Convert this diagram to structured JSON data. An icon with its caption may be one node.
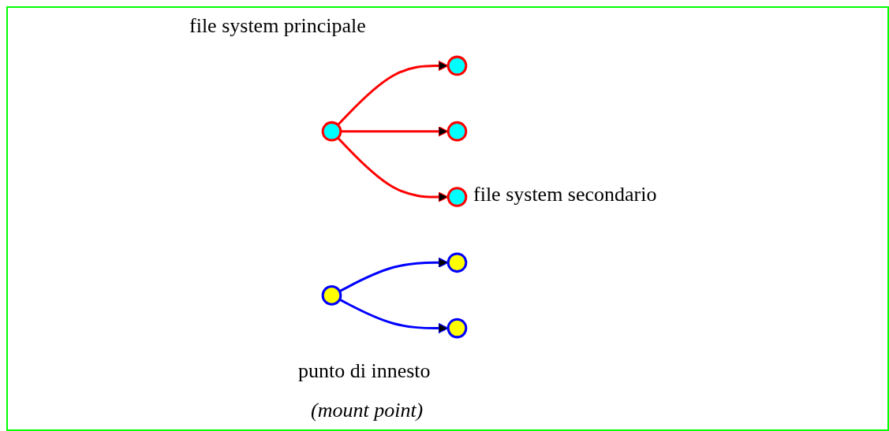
{
  "diagram": {
    "nodes": [
      {
        "text": [],
        "shape": "circle"
      },
      {
        "text": [],
        "shape": "circle"
      },
      {
        "text": [],
        "shape": "circle"
      },
      {
        "text": [],
        "shape": "circle"
      },
      {
        "text": [],
        "shape": "circle"
      },
      {
        "text": [],
        "shape": "circle"
      },
      {
        "text": [],
        "shape": "circle"
      }
    ],
    "edges": [
      {
        "from": 0,
        "to": 1,
        "arrow": "to",
        "color": "#ff0000"
      },
      {
        "from": 0,
        "to": 2,
        "arrow": "to",
        "color": "#ff0000"
      },
      {
        "from": 0,
        "to": 3,
        "arrow": "to",
        "color": "#ff0000"
      },
      {
        "from": 4,
        "to": 5,
        "arrow": "to",
        "color": "#0000ff"
      },
      {
        "from": 4,
        "to": 6,
        "arrow": "to",
        "color": "#0000ff"
      }
    ],
    "labels": [
      "file system principale",
      "file system secondario",
      "punto di innesto",
      "(mount point)"
    ]
  }
}
